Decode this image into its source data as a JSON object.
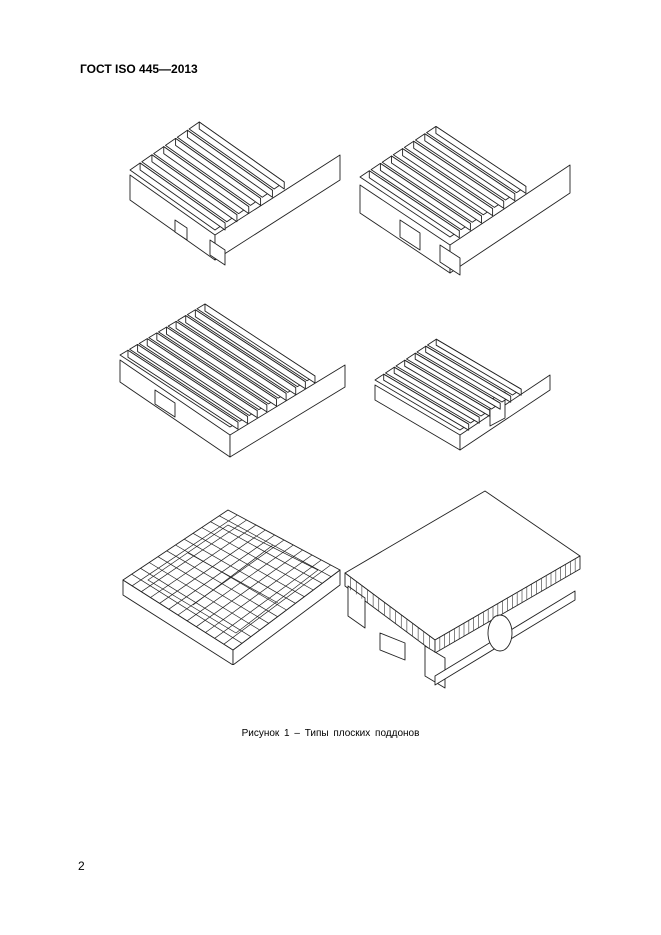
{
  "header": {
    "standard": "ГОСТ ISO 445—2013"
  },
  "figure": {
    "caption": "Рисунок 1 – Типы плоских поддонов",
    "items": [
      {
        "id": "pallet-1",
        "kind": "wooden-pallet-block"
      },
      {
        "id": "pallet-2",
        "kind": "wooden-pallet-double-deck"
      },
      {
        "id": "pallet-3",
        "kind": "wooden-pallet-wide"
      },
      {
        "id": "pallet-4",
        "kind": "wooden-pallet-narrow"
      },
      {
        "id": "pallet-5",
        "kind": "plastic-pallet"
      },
      {
        "id": "pallet-6",
        "kind": "panel-pallet"
      }
    ]
  },
  "footer": {
    "page_number": "2"
  }
}
